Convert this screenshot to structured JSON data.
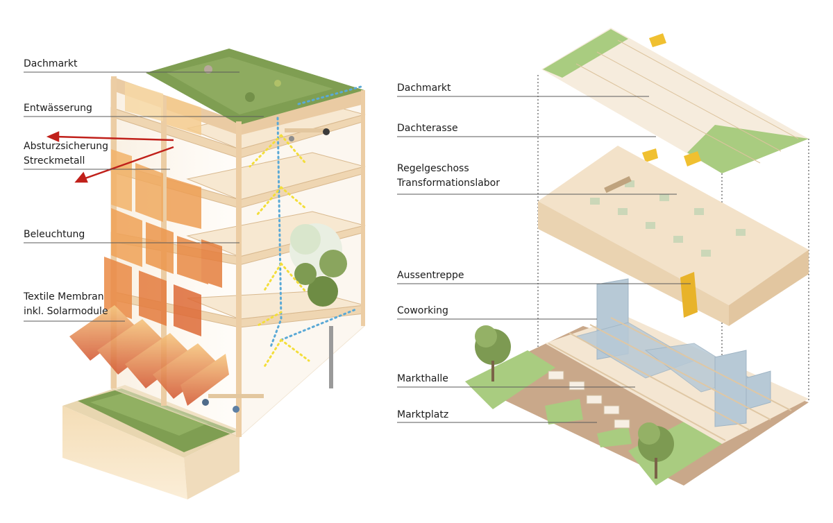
{
  "left_labels": [
    {
      "lines": [
        "Dachmarkt"
      ]
    },
    {
      "lines": [
        "Entwässerung"
      ]
    },
    {
      "lines": [
        "Absturzsicherung",
        "Streckmetall"
      ]
    },
    {
      "lines": [
        "Beleuchtung"
      ]
    },
    {
      "lines": [
        "Textile Membran",
        "inkl. Solarmodule"
      ]
    }
  ],
  "right_labels": [
    {
      "lines": [
        "Dachmarkt"
      ]
    },
    {
      "lines": [
        "Dachterasse"
      ]
    },
    {
      "lines": [
        "Regelgeschoss",
        "Transformationslabor"
      ]
    },
    {
      "lines": [
        "Aussentreppe"
      ]
    },
    {
      "lines": [
        "Coworking"
      ]
    },
    {
      "lines": [
        "Markthalle"
      ]
    },
    {
      "lines": [
        "Marktplatz"
      ]
    }
  ],
  "colors": {
    "timber": "#f1dcc0",
    "timber_dark": "#d9bc97",
    "green_roof": "#7f9e52",
    "lawn": "#a9cc80",
    "membrane_light": "#f2b35a",
    "membrane_dark": "#d0482c",
    "arrow_red": "#c0201a",
    "air_blue": "#5aa9d6",
    "light_yellow": "#f3de3a",
    "stair_yellow": "#f0c030",
    "coworking_blue": "#b7c9d6"
  }
}
